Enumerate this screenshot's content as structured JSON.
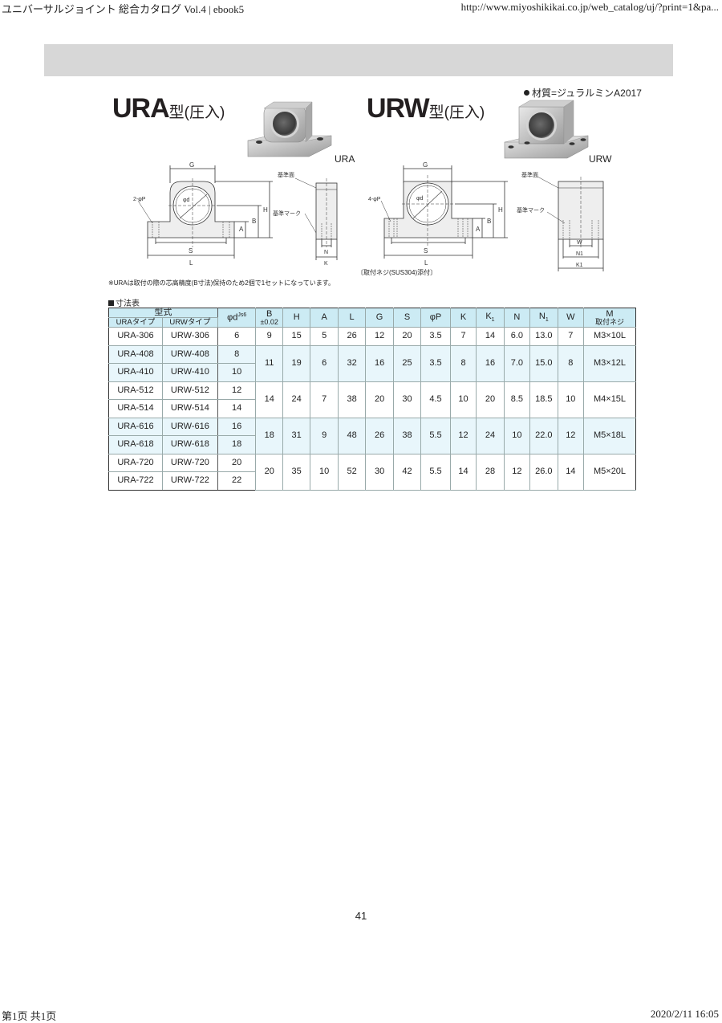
{
  "browser": {
    "title": "ユニバーサルジョイント 総合カタログ Vol.4 | ebook5",
    "url": "http://www.miyoshikikai.co.jp/web_catalog/uj/?print=1&pa...",
    "page_counter": "第1页 共1页",
    "datetime": "2020/2/11 16:05"
  },
  "header": {
    "ura_title_main": "URA",
    "ura_title_suffix": "型(圧入)",
    "urw_title_main": "URW",
    "urw_title_suffix": "型(圧入)",
    "material": "材質=ジュラルミンA2017",
    "ura_label": "URA",
    "urw_label": "URW"
  },
  "drawings": {
    "dim_G": "G",
    "dim_S": "S",
    "dim_L": "L",
    "dim_H": "H",
    "dim_B": "B",
    "dim_A": "A",
    "dim_N": "N",
    "dim_K": "K",
    "dim_W": "W",
    "dim_N1": "N1",
    "dim_K1": "K1",
    "bore_label": "φd",
    "ura_hole": "2-φP",
    "urw_hole": "4-φP",
    "ref_surface": "基準面",
    "ref_mark": "基準マーク"
  },
  "notes": {
    "screw": "〔取付ネジ(SUS304)添付〕",
    "ura_note": "※URAは取付の際の芯高精度(B寸法)保持のため2個で1セットになっています。",
    "table_caption": "寸法表"
  },
  "table": {
    "header": {
      "model": "型式",
      "ura_type": "URAタイプ",
      "urw_type": "URWタイプ",
      "phi_d": "φd",
      "phi_d_tol": "Js6",
      "B": "B",
      "B_tol": "±0.02",
      "H": "H",
      "A": "A",
      "L": "L",
      "G": "G",
      "S": "S",
      "phiP": "φP",
      "K": "K",
      "K1": "K",
      "K1_sub": "1",
      "N": "N",
      "N1": "N",
      "N1_sub": "1",
      "W": "W",
      "M": "M",
      "M_sub": "取付ネジ"
    },
    "rows": [
      {
        "ura": "URA-306",
        "urw": "URW-306",
        "d": "6"
      },
      {
        "ura": "URA-408",
        "urw": "URW-408",
        "d": "8"
      },
      {
        "ura": "URA-410",
        "urw": "URW-410",
        "d": "10"
      },
      {
        "ura": "URA-512",
        "urw": "URW-512",
        "d": "12"
      },
      {
        "ura": "URA-514",
        "urw": "URW-514",
        "d": "14"
      },
      {
        "ura": "URA-616",
        "urw": "URW-616",
        "d": "16"
      },
      {
        "ura": "URA-618",
        "urw": "URW-618",
        "d": "18"
      },
      {
        "ura": "URA-720",
        "urw": "URW-720",
        "d": "20"
      },
      {
        "ura": "URA-722",
        "urw": "URW-722",
        "d": "22"
      }
    ],
    "groups": [
      {
        "B": "9",
        "H": "15",
        "A": "5",
        "L": "26",
        "G": "12",
        "S": "20",
        "P": "3.5",
        "K": "7",
        "K1": "14",
        "N": "6.0",
        "N1": "13.0",
        "W": "7",
        "M": "M3×10L"
      },
      {
        "B": "11",
        "H": "19",
        "A": "6",
        "L": "32",
        "G": "16",
        "S": "25",
        "P": "3.5",
        "K": "8",
        "K1": "16",
        "N": "7.0",
        "N1": "15.0",
        "W": "8",
        "M": "M3×12L"
      },
      {
        "B": "14",
        "H": "24",
        "A": "7",
        "L": "38",
        "G": "20",
        "S": "30",
        "P": "4.5",
        "K": "10",
        "K1": "20",
        "N": "8.5",
        "N1": "18.5",
        "W": "10",
        "M": "M4×15L"
      },
      {
        "B": "18",
        "H": "31",
        "A": "9",
        "L": "48",
        "G": "26",
        "S": "38",
        "P": "5.5",
        "K": "12",
        "K1": "24",
        "N": "10",
        "N1": "22.0",
        "W": "12",
        "M": "M5×18L"
      },
      {
        "B": "20",
        "H": "35",
        "A": "10",
        "L": "52",
        "G": "30",
        "S": "42",
        "P": "5.5",
        "K": "14",
        "K1": "28",
        "N": "12",
        "N1": "26.0",
        "W": "14",
        "M": "M5×20L"
      }
    ]
  },
  "page_number": "41"
}
